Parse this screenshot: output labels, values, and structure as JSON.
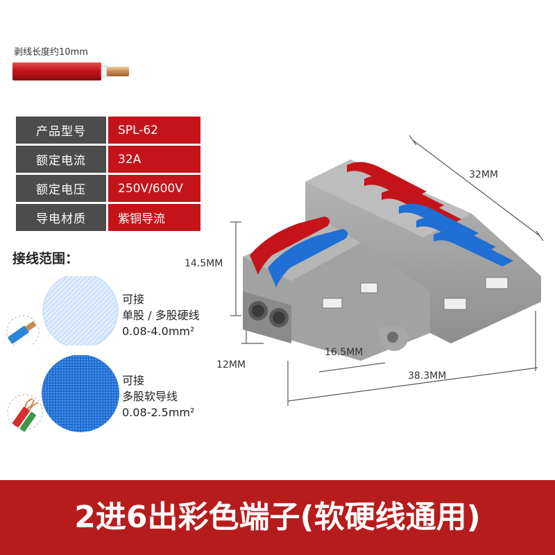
{
  "strip_length_label": "剥线长度约10mm",
  "specs": [
    {
      "key": "产品型号",
      "value": "SPL-62"
    },
    {
      "key": "额定电流",
      "value": "32A"
    },
    {
      "key": "额定电压",
      "value": "250V/600V"
    },
    {
      "key": "导电材质",
      "value": "紫铜导流"
    }
  ],
  "wiring_range": {
    "title": "接线范围：",
    "solid": {
      "line1": "可接",
      "line2": "单股 / 多股硬线",
      "line3": "0.08-4.0mm²"
    },
    "stranded": {
      "line1": "可接",
      "line2": "多股软导线",
      "line3": "0.08-2.5mm²"
    }
  },
  "dimensions": {
    "depth": "32MM",
    "height": "14.5MM",
    "narrow_width": "16.5MM",
    "side_height": "12MM",
    "total_width": "38.3MM"
  },
  "banner": "2进6出彩色端子(软硬线通用)",
  "colors": {
    "red": "#c4141a",
    "blue": "#1f6fd4",
    "gray": "#9e9e9e",
    "banner": "#b71c1c"
  }
}
